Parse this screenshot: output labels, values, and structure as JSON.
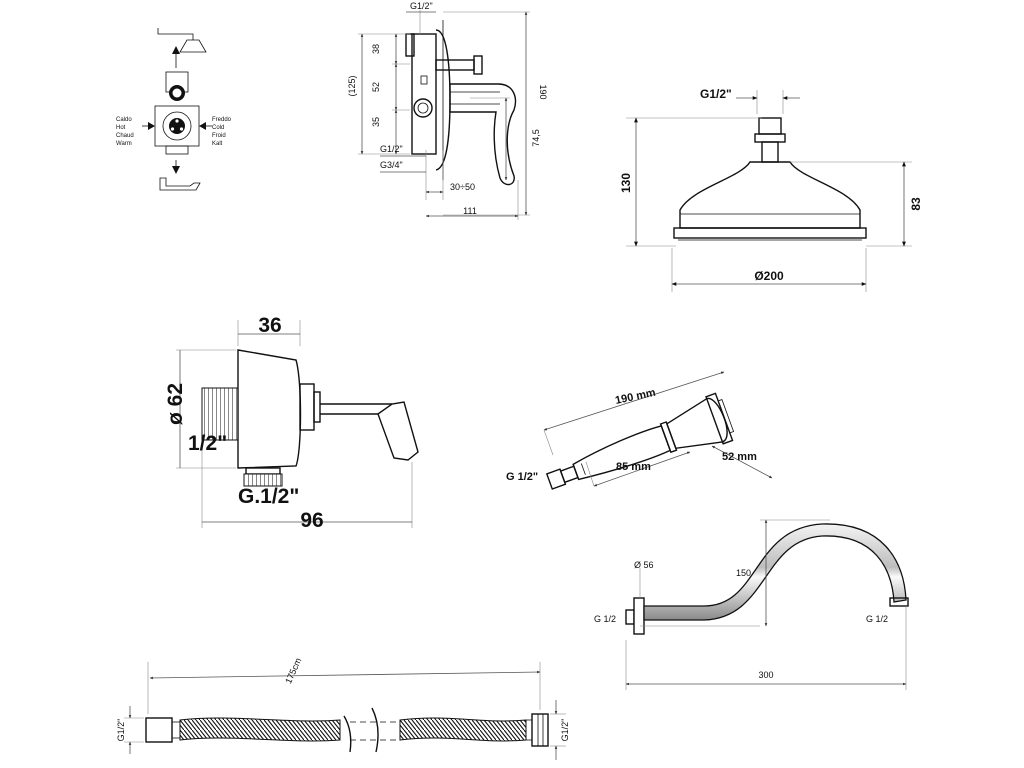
{
  "mixer_schematic": {
    "hot_label_lines": [
      "Caldo",
      "Hot",
      "Chaud",
      "Warm"
    ],
    "cold_label_lines": [
      "Freddo",
      "Cold",
      "Froid",
      "Kalt"
    ]
  },
  "concealed_mixer": {
    "top_thread": "G1/2\"",
    "dim_38": "38",
    "dim_52": "52",
    "dim_35": "35",
    "dim_125": "(125)",
    "dim_190": "190",
    "dim_74_5": "74,5",
    "outlet_thread": "G1/2\"",
    "inlet_thread": "G3/4\"",
    "dim_30_50": "30÷50",
    "dim_111": "111"
  },
  "shower_head": {
    "thread": "G1/2\"",
    "height_total": "130",
    "height_body": "83",
    "diameter": "Ø200"
  },
  "wall_outlet": {
    "dim_36": "36",
    "diameter": "ø 62",
    "thread_back": "1/2\"",
    "thread_bottom": "G.1/2\"",
    "dim_96": "96"
  },
  "hand_shower": {
    "length": "190 mm",
    "handle": "85 mm",
    "head": "52 mm",
    "thread": "G 1/2\""
  },
  "shower_arm": {
    "flange_diameter": "Ø 56",
    "height": "150",
    "thread_left": "G 1/2",
    "thread_right": "G 1/2",
    "length": "300"
  },
  "hose": {
    "length": "175cm",
    "thread_left": "G1/2\"",
    "thread_right": "G1/2\""
  }
}
